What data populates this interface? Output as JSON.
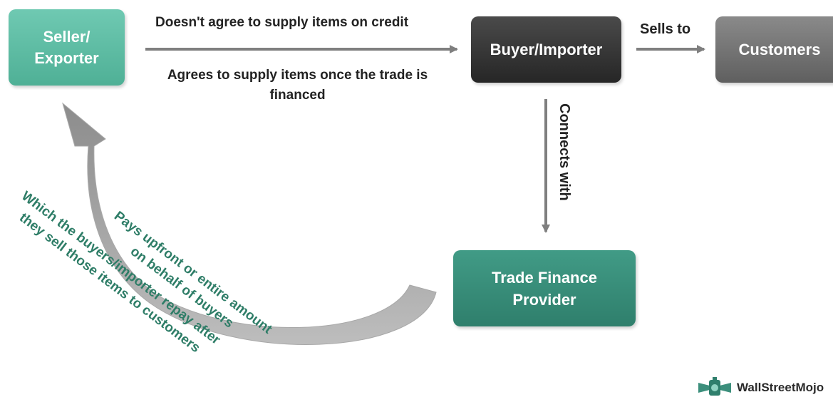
{
  "nodes": {
    "seller": "Seller/\nExporter",
    "buyer": "Buyer/Importer",
    "customers": "Customers",
    "provider": "Trade Finance\nProvider"
  },
  "edges": {
    "no_credit": "Doesn't agree to supply items on credit",
    "financed": "Agrees to supply items once the trade is financed",
    "sells_to": "Sells to",
    "connects_with": "Connects with",
    "pays": "Pays upfront or entire amount\non behalf of buyers",
    "repay": "Which the buyers/importer repay after\nthey sell those items to customers"
  },
  "brand": {
    "name": "WallStreetMojo"
  },
  "colors": {
    "seller": "#5dbda3",
    "buyer": "#333333",
    "customers": "#777777",
    "provider": "#37897a",
    "note_text": "#2e7d67",
    "arrow": "#7f7f7f"
  }
}
